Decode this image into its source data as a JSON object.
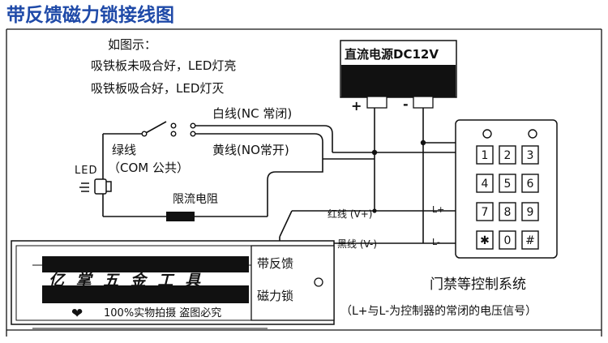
{
  "colors": {
    "title": "#1f4aa8",
    "line": "#111111",
    "watermark_text": "#111111",
    "watermark_band": "#111111"
  },
  "title": "带反馈磁力锁接线图",
  "legend": {
    "heading": "如图示：",
    "line1": "吸铁板未吸合好，LED灯亮",
    "line2": "吸铁板吸合好，LED灯灭"
  },
  "power": {
    "label": "直流电源DC12V",
    "plus": "+",
    "minus": "-"
  },
  "wires": {
    "white": "白线(NC 常闭)",
    "green": "绿线",
    "com": "（COM 公共）",
    "yellow": "黄线(NO常开)",
    "red": "红线 (V+)",
    "black": "黑线 (V-)",
    "l_plus": "L+",
    "l_minus": "L-"
  },
  "led": "LED",
  "resistor": "限流电阻",
  "lock": {
    "line1": "带反馈",
    "line2": "磁力锁"
  },
  "keypad": {
    "keys": [
      "1",
      "2",
      "3",
      "4",
      "5",
      "6",
      "7",
      "8",
      "9",
      "✱",
      "0",
      "#"
    ]
  },
  "controller": {
    "title": "门禁等控制系统",
    "note": "（L+与L-为控制器的常闭的电压信号）"
  },
  "watermark": {
    "brand": "亿 掌 五 金 工 具",
    "caption": "100%实物拍摄 盗图必究",
    "heart": "❤"
  },
  "icons": [
    "led-icon",
    "switch-icon",
    "heart-icon"
  ]
}
